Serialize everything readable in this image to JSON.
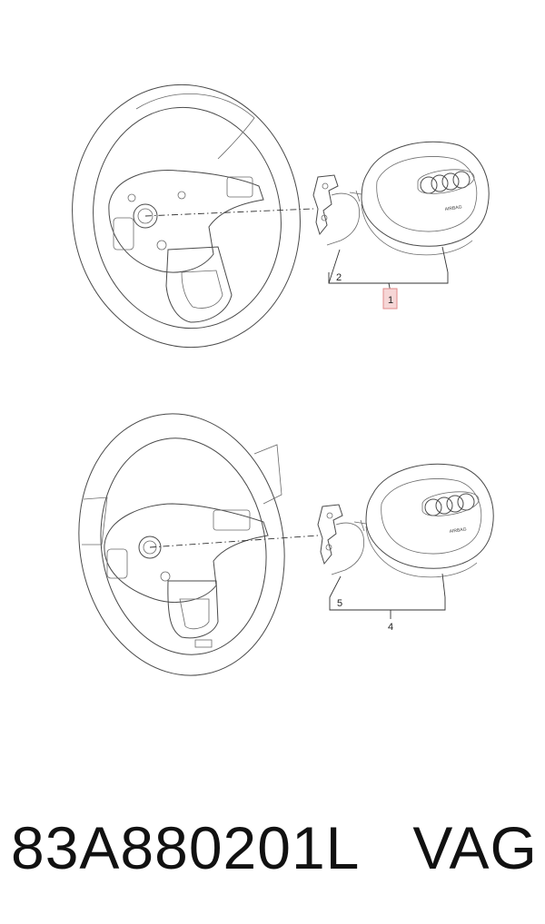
{
  "callouts": {
    "c1": "1",
    "c2": "2",
    "c4": "4",
    "c5": "5"
  },
  "airbag_text": "AIRBAG",
  "caption": {
    "part_number": "83A880201L",
    "brand": "VAG"
  },
  "colors": {
    "line": "#4a4a4a",
    "highlight_fill": "#f6d6d6",
    "highlight_stroke": "#e08a8a"
  }
}
